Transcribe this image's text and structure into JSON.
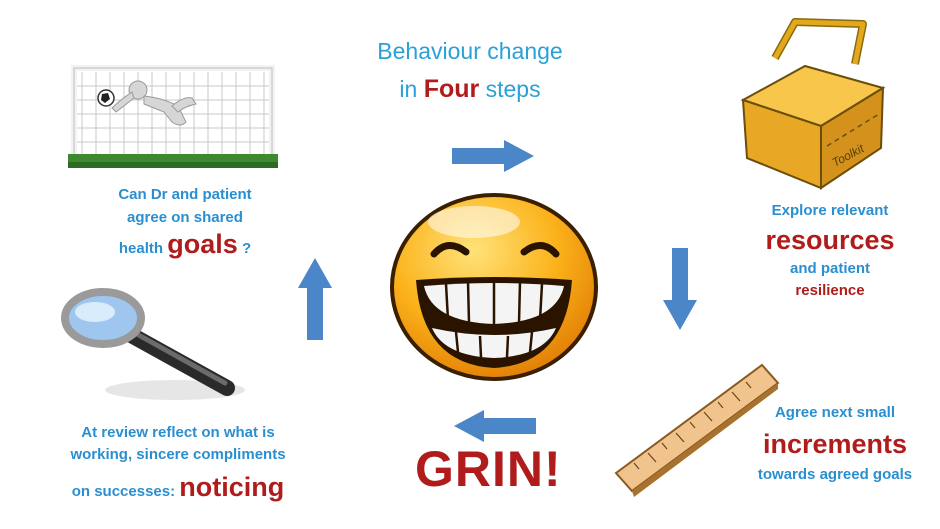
{
  "title": {
    "line1": "Behaviour change",
    "line2_prefix": "in",
    "line2_highlight": "Four",
    "line2_suffix": "steps"
  },
  "step_goals": {
    "line1": "Can Dr and patient",
    "line2": "agree on shared",
    "line3_prefix": "health",
    "line3_highlight": "goals",
    "line3_suffix": "?"
  },
  "step_resources": {
    "line1": "Explore relevant",
    "highlight": "resources",
    "line3": "and patient",
    "line4": "resilience"
  },
  "step_increments": {
    "line1": "Agree next small",
    "highlight": "increments",
    "line3": "towards agreed goals"
  },
  "step_noticing": {
    "line1": "At review reflect on what is",
    "line2": "working, sincere compliments",
    "line3_prefix": "on successes:",
    "line3_highlight": "noticing"
  },
  "toolkit_label": "Toolkit",
  "center_label": "GRIN!",
  "colors": {
    "caption": "#2a8fd0",
    "highlight": "#b01c1c",
    "arrow": "#4a86c8",
    "title": "#2aa0d8"
  }
}
